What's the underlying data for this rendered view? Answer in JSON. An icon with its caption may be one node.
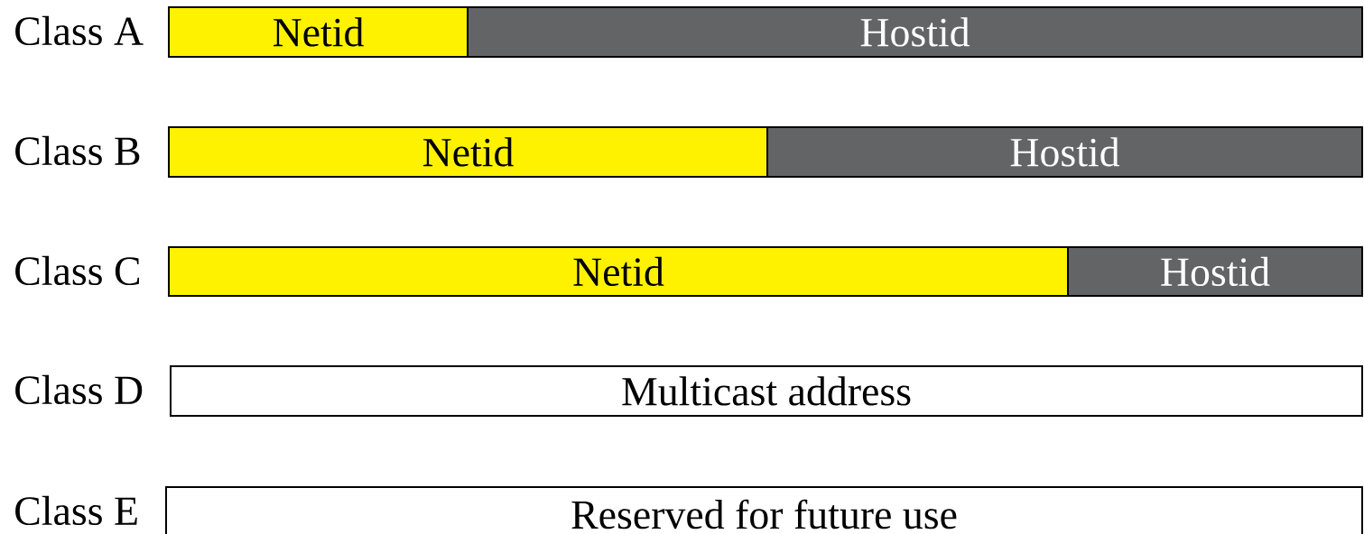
{
  "diagram": {
    "nodes": [
      {
        "text": [
          "Netid"
        ]
      },
      {
        "text": [
          "Hostid"
        ]
      },
      {
        "text": [
          "Netid"
        ]
      },
      {
        "text": [
          "Hostid"
        ]
      },
      {
        "text": [
          "Netid"
        ]
      },
      {
        "text": [
          "Hostid"
        ]
      },
      {
        "text": [
          "Multicast address"
        ]
      },
      {
        "text": [
          "Reserved for future use"
        ]
      }
    ],
    "labels": [
      "Class A",
      "Class B",
      "Class C",
      "Class D",
      "Class E"
    ]
  }
}
